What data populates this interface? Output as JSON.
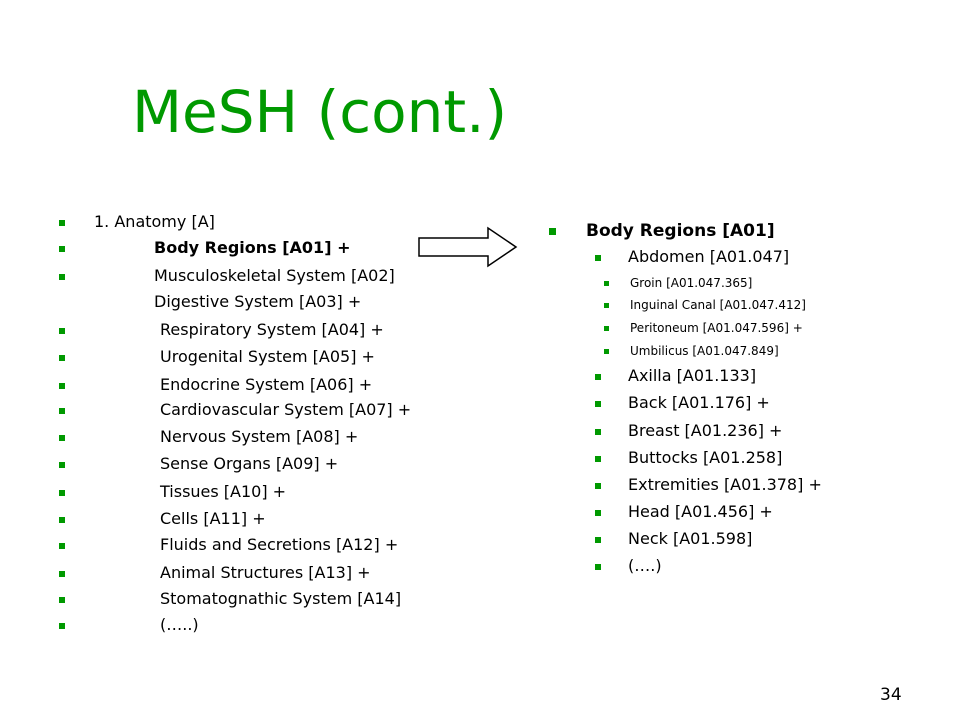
{
  "title": "MeSH (cont.)",
  "accent_color": "#009900",
  "bullet_color": "#009900",
  "left_list": [
    "1. Anatomy [A]",
    "Body Regions [A01]  +",
    "Musculoskeletal System [A02]",
    "Digestive System [A03]  +",
    "Respiratory System [A04]  +",
    "Urogenital System [A05]  +",
    "Endocrine System [A06]  +",
    "Cardiovascular System [A07]  +",
    "Nervous System [A08]  +",
    "Sense Organs [A09]  +",
    "Tissues [A10]  +",
    "Cells [A11]  +",
    "Fluids and Secretions [A12]  +",
    "Animal Structures [A13]  +",
    "Stomatognathic System [A14]",
    "(…..)"
  ],
  "right_list": {
    "heading": "Body Regions [A01]",
    "abdomen": "Abdomen [A01.047]",
    "abdomen_children": [
      "Groin [A01.047.365]",
      "Inguinal Canal [A01.047.412]",
      "Peritoneum [A01.047.596]  +",
      "Umbilicus [A01.047.849]"
    ],
    "others": [
      "Axilla [A01.133]",
      "Back [A01.176]  +",
      "Breast [A01.236]  +",
      "Buttocks [A01.258]",
      "Extremities [A01.378]  +",
      "Head [A01.456]  +",
      "Neck [A01.598]",
      "(….)"
    ]
  },
  "page_number": "34",
  "icons": {
    "bullet": "square-bullet-icon",
    "arrow": "right-arrow-icon"
  }
}
